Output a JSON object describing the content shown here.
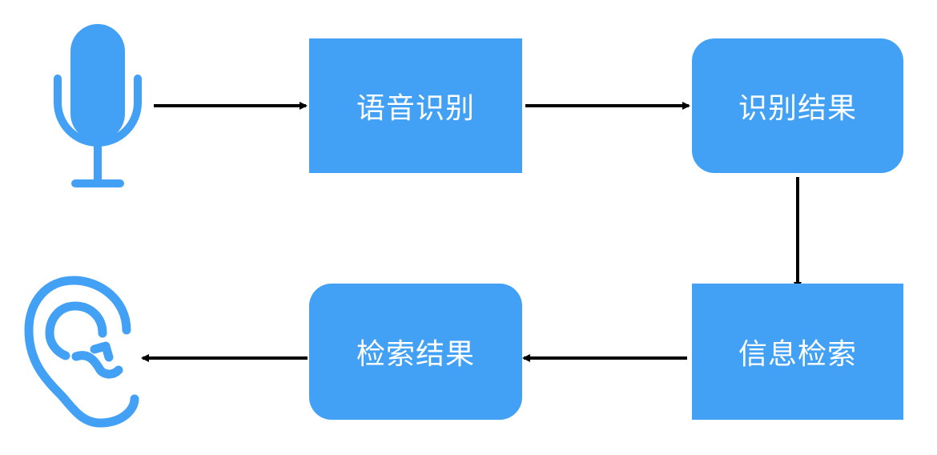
{
  "nodes": {
    "speech_recognition": "语音识别",
    "recognition_result": "识别结果",
    "information_retrieval": "信息检索",
    "retrieval_result": "检索结果"
  },
  "icons": {
    "input": "microphone-icon",
    "output": "ear-icon"
  },
  "colors": {
    "accent": "#42a1f5",
    "arrow": "#000000",
    "text": "#ffffff"
  }
}
